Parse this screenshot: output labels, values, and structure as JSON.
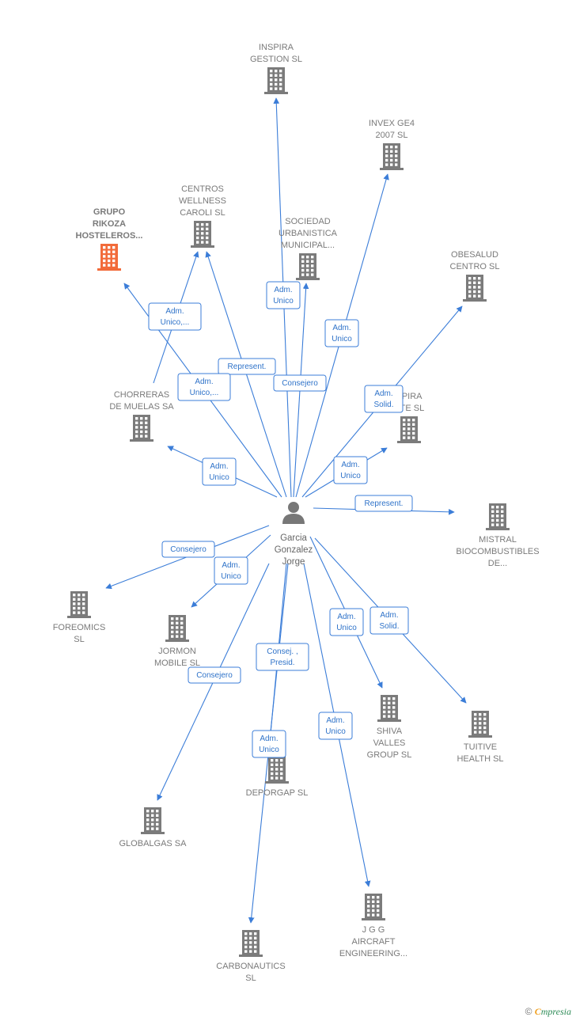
{
  "colors": {
    "edge": "#3b7dd8",
    "building": "#7b7b7b",
    "building_highlight": "#f26b3a",
    "person": "#777777"
  },
  "person": {
    "id": "p",
    "lines": [
      "Garcia",
      "Gonzalez",
      "Jorge"
    ],
    "icon": "person-icon"
  },
  "companies": [
    {
      "id": "inspira",
      "lines": [
        "INSPIRA",
        "GESTION  SL"
      ],
      "icon": "building-icon"
    },
    {
      "id": "invex",
      "lines": [
        "INVEX GE4",
        "2007  SL"
      ],
      "icon": "building-icon"
    },
    {
      "id": "centros",
      "lines": [
        "CENTROS",
        "WELLNESS",
        "CAROLI  SL"
      ],
      "icon": "building-icon"
    },
    {
      "id": "grupo",
      "lines": [
        "GRUPO",
        "RIKOZA",
        "HOSTELEROS..."
      ],
      "icon": "building-icon",
      "highlight": true
    },
    {
      "id": "sociedad",
      "lines": [
        "SOCIEDAD",
        "URBANISTICA",
        "MUNICIPAL..."
      ],
      "icon": "building-icon"
    },
    {
      "id": "obesalud",
      "lines": [
        "OBESALUD",
        "CENTRO  SL"
      ],
      "icon": "building-icon"
    },
    {
      "id": "spira",
      "lines": [
        "SPIRA",
        "NTE  SL"
      ],
      "icon": "building-icon"
    },
    {
      "id": "chorreras",
      "lines": [
        "CHORRERAS",
        "DE MUELAS SA"
      ],
      "icon": "building-icon"
    },
    {
      "id": "mistral",
      "lines": [
        "MISTRAL",
        "BIOCOMBUSTIBLES",
        "DE..."
      ],
      "icon": "building-icon"
    },
    {
      "id": "foreomics",
      "lines": [
        "FOREOMICS",
        "SL"
      ],
      "icon": "building-icon"
    },
    {
      "id": "jormon",
      "lines": [
        "JORMON",
        "MOBILE SL"
      ],
      "icon": "building-icon"
    },
    {
      "id": "shiva",
      "lines": [
        "SHIVA",
        "VALLES",
        "GROUP SL"
      ],
      "icon": "building-icon"
    },
    {
      "id": "tuitive",
      "lines": [
        "TUITIVE",
        "HEALTH  SL"
      ],
      "icon": "building-icon"
    },
    {
      "id": "deporgap",
      "lines": [
        "DEPORGAP SL"
      ],
      "icon": "building-icon"
    },
    {
      "id": "globalgas",
      "lines": [
        "GLOBALGAS SA"
      ],
      "icon": "building-icon"
    },
    {
      "id": "jgg",
      "lines": [
        "J G G",
        "AIRCRAFT",
        "ENGINEERING..."
      ],
      "icon": "building-icon"
    },
    {
      "id": "carbonautics",
      "lines": [
        "CARBONAUTICS",
        "SL"
      ],
      "icon": "building-icon"
    }
  ],
  "relations": [
    {
      "to": "inspira",
      "label": [
        "Adm.",
        "Unico"
      ]
    },
    {
      "to": "invex",
      "label": [
        "Adm.",
        "Unico"
      ]
    },
    {
      "to": "centros",
      "label": [
        "Represent."
      ]
    },
    {
      "to": "grupo",
      "label": [
        "Adm.",
        "Unico,..."
      ]
    },
    {
      "to": "sociedad",
      "label": [
        "Consejero"
      ]
    },
    {
      "to": "obesalud",
      "label": [
        "Adm.",
        "Solid."
      ]
    },
    {
      "to": "spira",
      "label": [
        "Adm.",
        "Unico"
      ]
    },
    {
      "to": "chorreras",
      "label": [
        "Adm.",
        "Unico"
      ]
    },
    {
      "from": "chorreras",
      "to": "centros",
      "label": [
        "Adm.",
        "Unico,..."
      ]
    },
    {
      "to": "mistral",
      "label": [
        "Represent."
      ]
    },
    {
      "to": "foreomics",
      "label": [
        "Consejero"
      ]
    },
    {
      "to": "jormon",
      "label": [
        "Adm.",
        "Unico"
      ]
    },
    {
      "to": "shiva",
      "label": [
        "Adm.",
        "Unico"
      ]
    },
    {
      "to": "tuitive",
      "label": [
        "Adm.",
        "Solid."
      ]
    },
    {
      "to": "globalgas",
      "label": [
        "Consejero"
      ]
    },
    {
      "to": "jgg",
      "label": [
        "Adm.",
        "Unico"
      ]
    },
    {
      "to": "carbonautics",
      "label": [
        "Consej. ,",
        "Presid."
      ]
    },
    {
      "to": "deporgap",
      "label": [
        "Adm.",
        "Unico"
      ]
    }
  ],
  "footer": {
    "copyright": "©",
    "brand_first": "C",
    "brand_rest": "mpresia"
  }
}
